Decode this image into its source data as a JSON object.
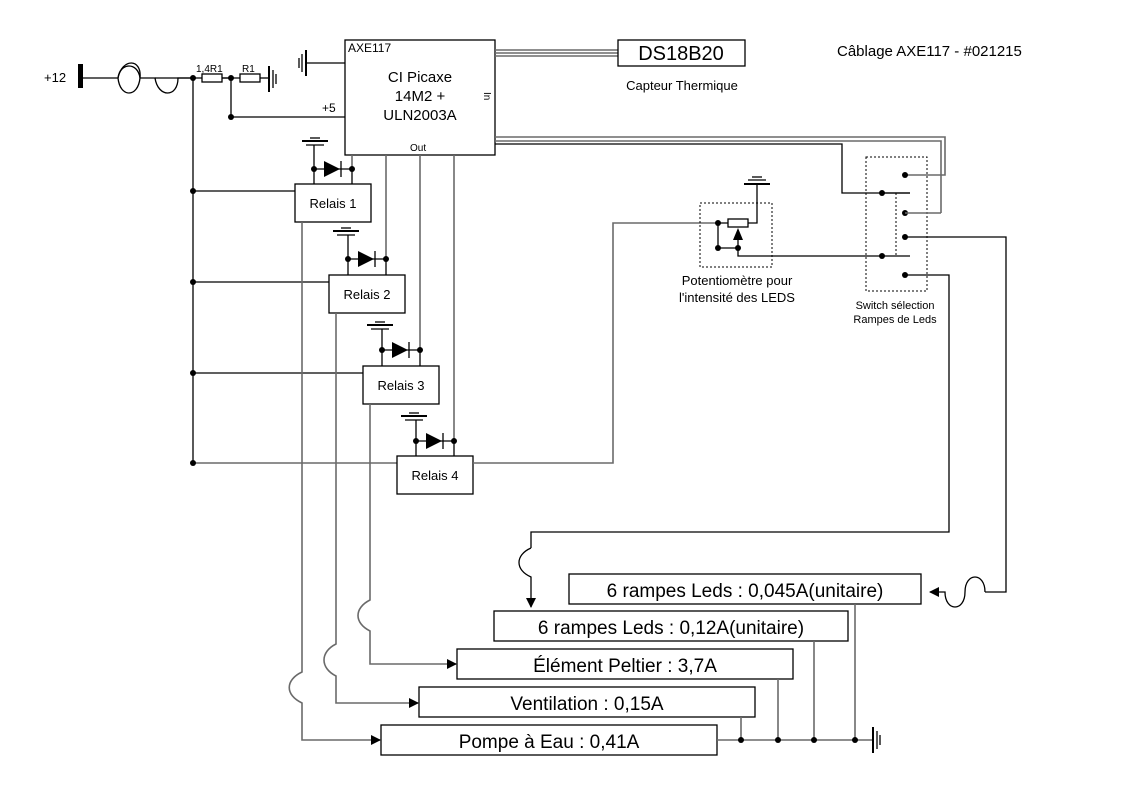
{
  "title": "Câblage AXE117 - #021215",
  "power": {
    "label": "+12"
  },
  "resistors": [
    {
      "label": "1,4R1"
    },
    {
      "label": "R1"
    }
  ],
  "controller": {
    "ref": "AXE117",
    "lines": [
      "CI Picaxe",
      "14M2 +",
      "ULN2003A"
    ],
    "pin_5v": "+5",
    "pin_in": "In",
    "pin_out": "Out"
  },
  "sensor": {
    "name": "DS18B20",
    "caption": "Capteur Thermique"
  },
  "relays": [
    {
      "label": "Relais 1"
    },
    {
      "label": "Relais 2"
    },
    {
      "label": "Relais 3"
    },
    {
      "label": "Relais 4"
    }
  ],
  "potentiometer": {
    "caption_lines": [
      "Potentiomètre pour",
      "l'intensité des LEDS"
    ]
  },
  "switch": {
    "caption_lines": [
      "Switch sélection",
      "Rampes de Leds"
    ]
  },
  "loads": [
    {
      "label": "6 rampes Leds : 0,045A(unitaire)"
    },
    {
      "label": "6 rampes Leds : 0,12A(unitaire)"
    },
    {
      "label": "Élément Peltier : 3,7A"
    },
    {
      "label": "Ventilation : 0,15A"
    },
    {
      "label": "Pompe à Eau : 0,41A"
    }
  ]
}
